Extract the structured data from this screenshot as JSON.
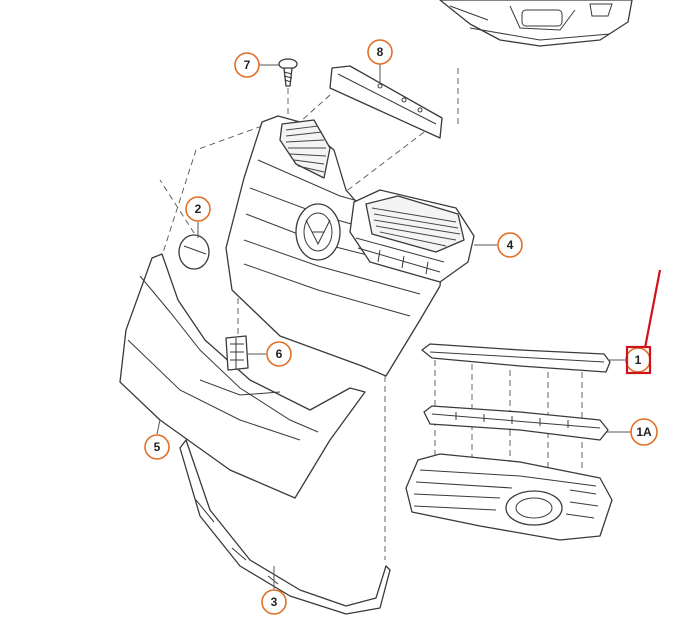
{
  "diagram": {
    "callouts": [
      {
        "id": "c1",
        "label": "1"
      },
      {
        "id": "c1a",
        "label": "1A"
      },
      {
        "id": "c2",
        "label": "2"
      },
      {
        "id": "c3",
        "label": "3"
      },
      {
        "id": "c4",
        "label": "4"
      },
      {
        "id": "c5",
        "label": "5"
      },
      {
        "id": "c6",
        "label": "6"
      },
      {
        "id": "c7",
        "label": "7"
      },
      {
        "id": "c8",
        "label": "8"
      }
    ],
    "highlight": {
      "target": "1",
      "color": "#d0121b"
    },
    "callout_color": "#e07028"
  }
}
